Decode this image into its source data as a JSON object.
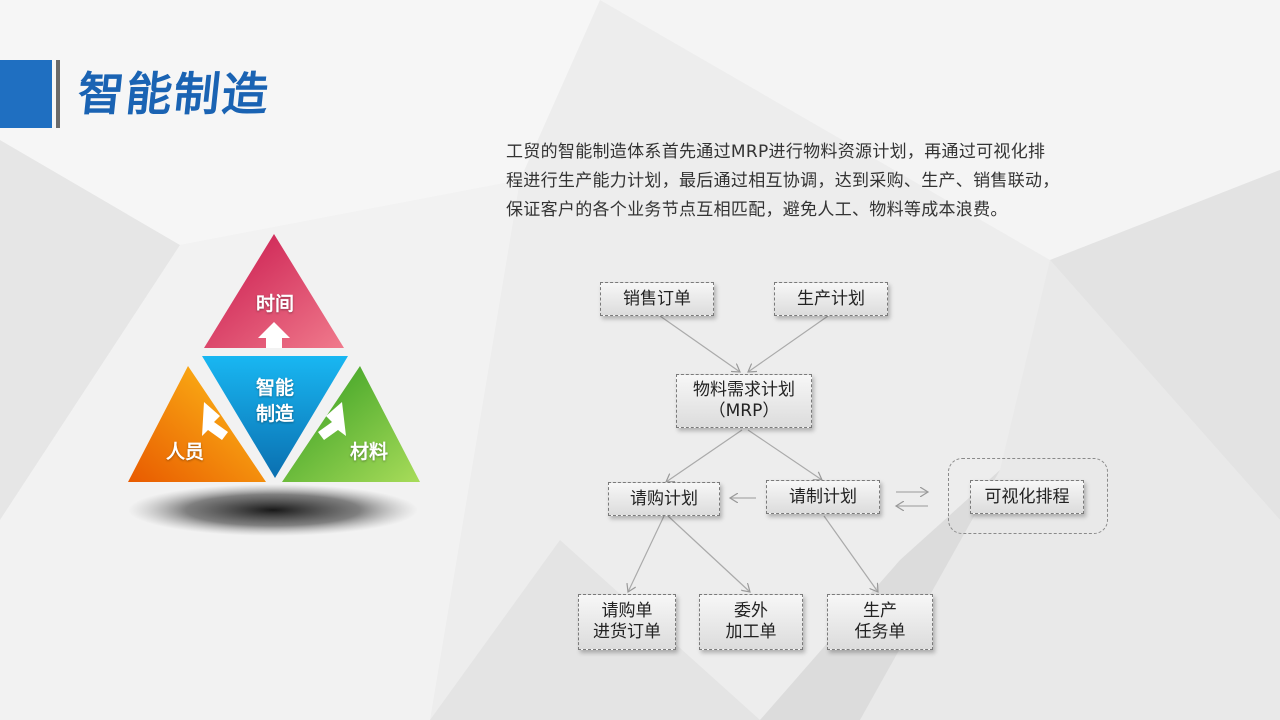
{
  "title": "智能制造",
  "description": [
    "工贸的智能制造体系首先通过MRP进行物料资源计划，再通过可视化排",
    "程进行生产能力计划，最后通过相互协调，达到采购、生产、销售联动，",
    "保证客户的各个业务节点互相匹配，避免人工、物料等成本浪费。"
  ],
  "triangle": {
    "top": "时间",
    "center_line1": "智能",
    "center_line2": "制造",
    "left": "人员",
    "right": "材料"
  },
  "flowchart": {
    "sales_order": "销售订单",
    "production_plan": "生产计划",
    "mrp_line1": "物料需求计划",
    "mrp_line2": "（MRP）",
    "purchase_plan": "请购计划",
    "make_plan": "请制计划",
    "visual_scheduling": "可视化排程",
    "purchase_order_line1": "请购单",
    "purchase_order_line2": "进货订单",
    "outsource_line1": "委外",
    "outsource_line2": "加工单",
    "production_task_line1": "生产",
    "production_task_line2": "任务单"
  },
  "colors": {
    "accent_blue": "#1f6fc1",
    "top_triangle": "#d9245a",
    "left_triangle": "#f5a300",
    "right_triangle": "#5cb82a",
    "center_triangle": "#1aa0e0"
  }
}
